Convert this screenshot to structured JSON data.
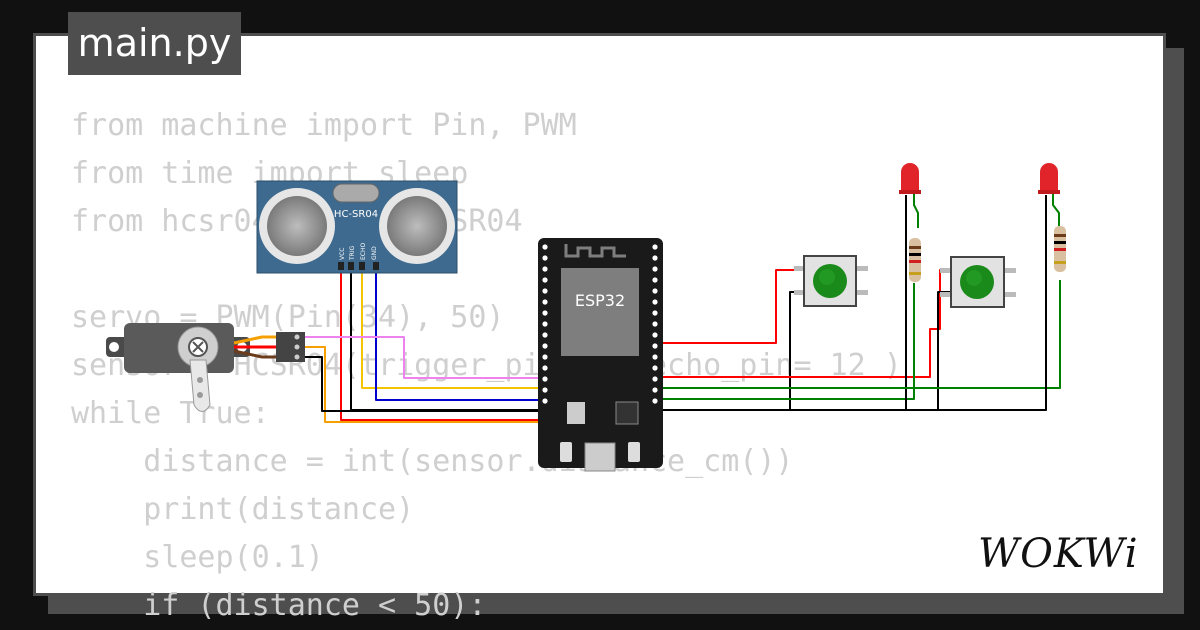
{
  "tab": {
    "title": "main.py"
  },
  "code": {
    "lines": [
      "from machine import Pin, PWM",
      "from time import sleep",
      "from hcsr04 import HCSR04",
      "",
      "servo = PWM(Pin(34), 50)",
      "sensor = HCSR04(trigger_pin=13, echo_pin= 12 )",
      "while True:",
      "    distance = int(sensor.distance_cm())",
      "    print(distance)",
      "    sleep(0.1)",
      "    if (distance < 50):"
    ]
  },
  "sensor": {
    "label": "HC-SR04",
    "pins": [
      "VCC",
      "TRIG",
      "ECHO",
      "GND"
    ]
  },
  "board": {
    "label": "ESP32"
  },
  "logo": {
    "text": "WOKWi"
  },
  "colors": {
    "background": "#111111",
    "frame": "#4e4e4e",
    "code_text": "#cfcfcf",
    "sensor_blue": "#3d6a8e",
    "board_black": "#1a1a1a",
    "chip_gray": "#7e7e7e",
    "button_green": "#1a8a1a",
    "led_red": "#e0242a",
    "wire_red": "#ff0000",
    "wire_green": "#008000",
    "wire_blue": "#0000cc",
    "wire_yellow": "#f5c400",
    "wire_orange": "#f5a000",
    "wire_pink": "#ee82ee",
    "wire_black": "#000000"
  }
}
